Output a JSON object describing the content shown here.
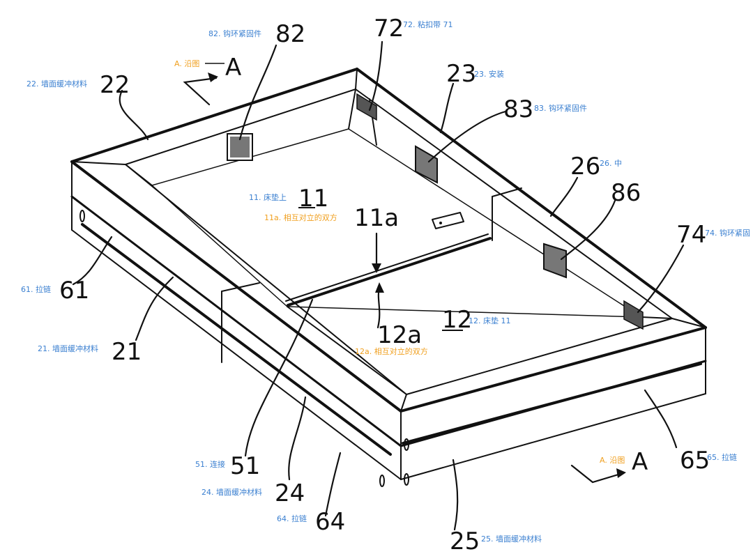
{
  "colors": {
    "label_blue": "#3a7fd0",
    "label_orange": "#f0a020",
    "ink": "#111111"
  },
  "labels": {
    "l82": {
      "num": "82",
      "text": "82. 钩环紧固件"
    },
    "l72": {
      "num": "72",
      "text": "72. 粘扣带 71"
    },
    "lA1": {
      "num": "A",
      "text": "A. 沿图"
    },
    "l22": {
      "num": "22",
      "text": "22. 墙面缓冲材料"
    },
    "l23": {
      "num": "23",
      "text": "23. 安装"
    },
    "l83": {
      "num": "83",
      "text": "83. 钩环紧固件"
    },
    "l26": {
      "num": "26",
      "text": "26. 中"
    },
    "l86": {
      "num": "86",
      "text": ""
    },
    "l11": {
      "num": "11",
      "text": "11. 床垫上"
    },
    "l11a": {
      "num": "11a",
      "text": "11a. 相互对立的双方"
    },
    "l74": {
      "num": "74",
      "text": "74. 钩环紧固"
    },
    "l61": {
      "num": "61",
      "text": "61. 拉链"
    },
    "l12": {
      "num": "12",
      "text": "12. 床垫 11"
    },
    "l12a": {
      "num": "12a",
      "text": "12a. 相互对立的双方"
    },
    "l21": {
      "num": "21",
      "text": "21. 墙面缓冲材料"
    },
    "l51": {
      "num": "51",
      "text": "51. 连接"
    },
    "l24": {
      "num": "24",
      "text": "24. 墙面缓冲材料"
    },
    "l64": {
      "num": "64",
      "text": "64. 拉链"
    },
    "lA2": {
      "num": "A",
      "text": "A. 沿图"
    },
    "l65": {
      "num": "65",
      "text": "65. 拉链"
    },
    "l25": {
      "num": "25",
      "text": "25. 墙面缓冲材料"
    }
  }
}
